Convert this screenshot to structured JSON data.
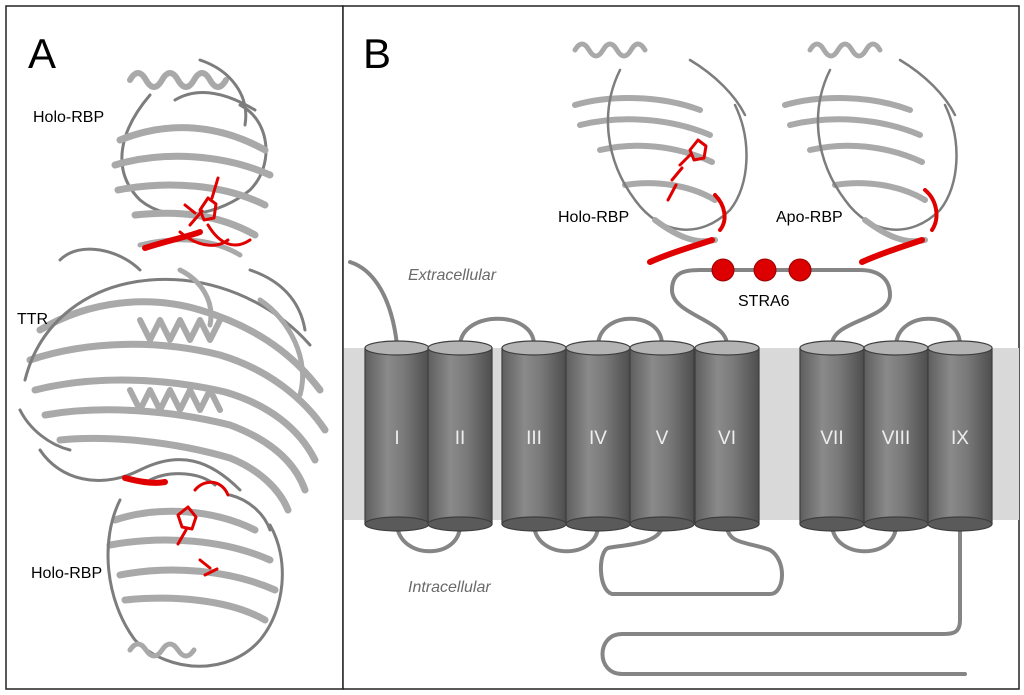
{
  "panel_a": {
    "letter": "A",
    "labels": {
      "holo_top": "Holo-RBP",
      "ttr": "TTR",
      "holo_bottom": "Holo-RBP"
    }
  },
  "panel_b": {
    "letter": "B",
    "labels": {
      "holo": "Holo-RBP",
      "apo": "Apo-RBP",
      "extracellular": "Extracellular",
      "intracellular": "Intracellular",
      "stra6": "STRA6"
    },
    "helices": [
      "I",
      "II",
      "III",
      "IV",
      "V",
      "VI",
      "VII",
      "VIII",
      "IX"
    ]
  },
  "colors": {
    "protein": "#a9a9a9",
    "retinol_highlight": "#e00000",
    "membrane": "#d9d9d9",
    "helix": "#7a7a7a",
    "loop": "#858585"
  }
}
